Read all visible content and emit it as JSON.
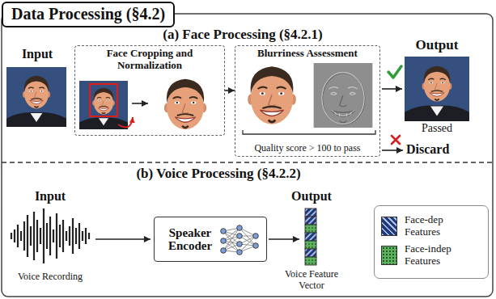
{
  "diagram": {
    "title": "Data Processing (§4.2)",
    "nodes": [
      {
        "text": [
          "Face Cropping and Normalization"
        ]
      },
      {
        "text": [
          "Blurriness Assessment",
          "Quality score > 100 to pass"
        ]
      },
      {
        "text": [
          "Speaker Encoder"
        ]
      }
    ],
    "edges": [
      {
        "from": 0,
        "to": 1,
        "arrow": "to"
      }
    ],
    "labels": [
      "(a) Face Processing (§4.2.1)",
      "Input",
      "Output",
      "Passed",
      "Discard",
      "(b) Voice Processing (§4.2.2)",
      "Input",
      "Voice Recording",
      "Output",
      "Voice Feature Vector"
    ],
    "legend": [
      {
        "text": "Face-dep Features",
        "color": "#1f3a7a"
      },
      {
        "text": "Face-indep Features",
        "color": "#5fb15f"
      }
    ]
  }
}
